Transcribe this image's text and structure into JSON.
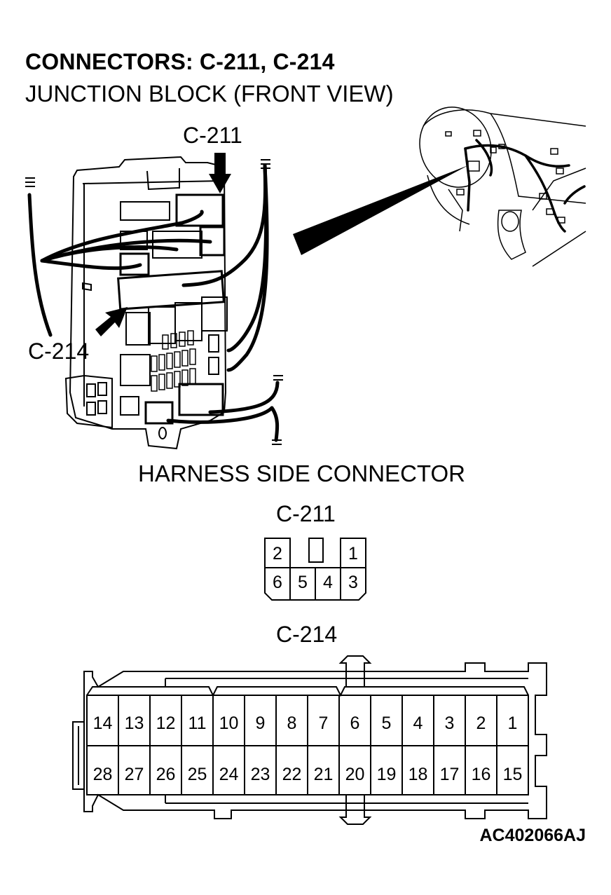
{
  "title": "CONNECTORS: C-211, C-214",
  "subtitle": "JUNCTION BLOCK (FRONT VIEW)",
  "callouts": {
    "c211": "C-211",
    "c214": "C-214"
  },
  "harness": {
    "heading": "HARNESS SIDE CONNECTOR",
    "c211": {
      "label": "C-211",
      "top_row": [
        "2",
        "",
        "1"
      ],
      "bottom_row": [
        "6",
        "5",
        "4",
        "3"
      ]
    },
    "c214": {
      "label": "C-214",
      "top_row": [
        "14",
        "13",
        "12",
        "11",
        "10",
        "9",
        "8",
        "7",
        "6",
        "5",
        "4",
        "3",
        "2",
        "1"
      ],
      "bottom_row": [
        "28",
        "27",
        "26",
        "25",
        "24",
        "23",
        "22",
        "21",
        "20",
        "19",
        "18",
        "17",
        "16",
        "15"
      ]
    }
  },
  "figure_code": "AC402066AJ"
}
